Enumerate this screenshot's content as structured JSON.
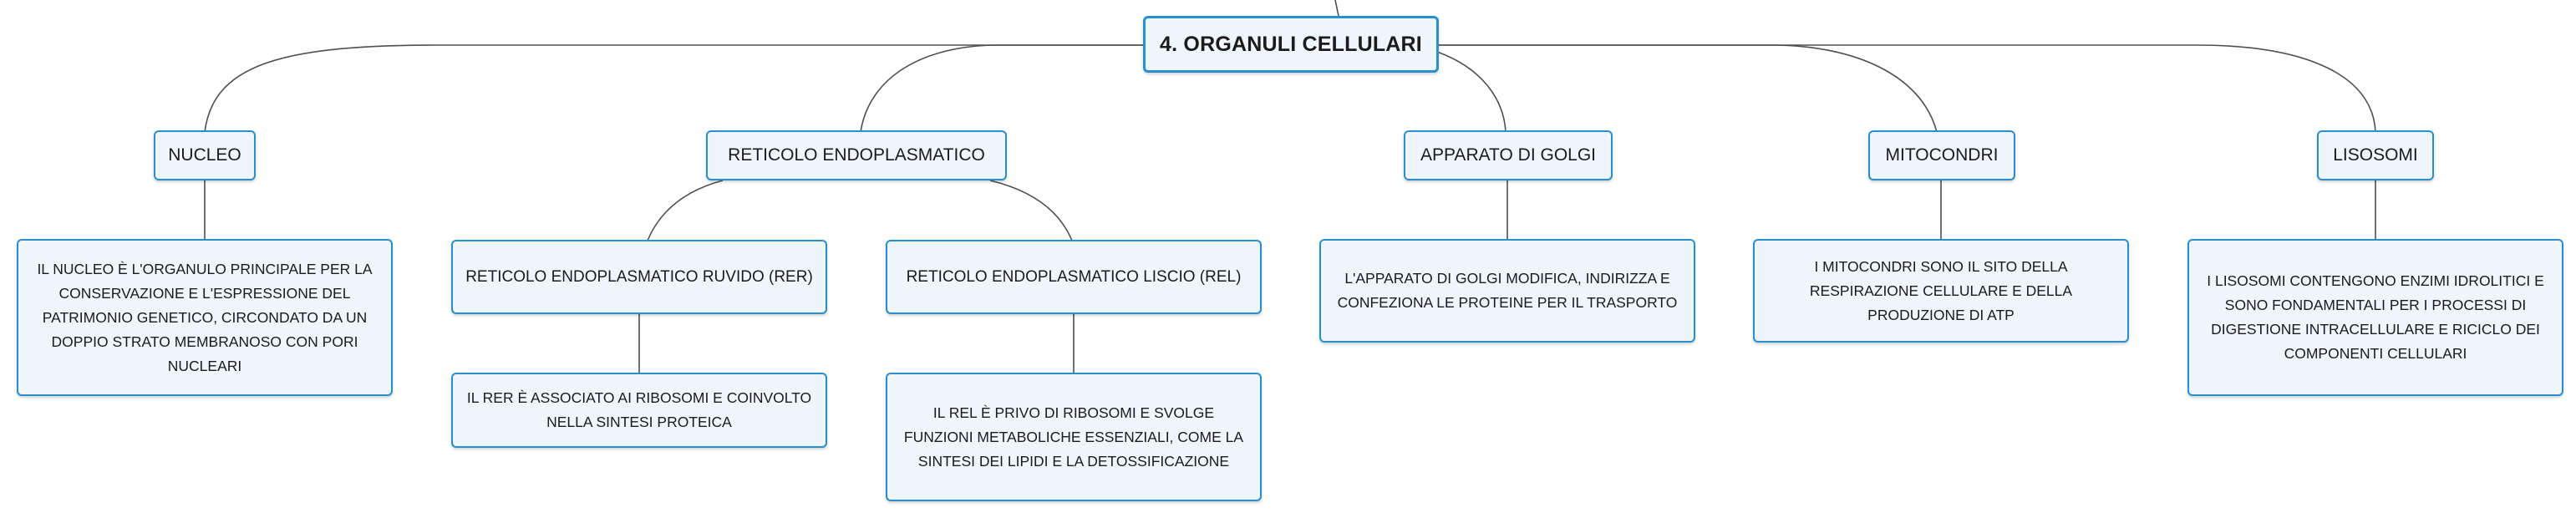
{
  "map": {
    "root": {
      "label": "4. ORGANULI CELLULARI"
    },
    "nucleo": {
      "label": "NUCLEO",
      "detail": "IL NUCLEO È L'ORGANULO PRINCIPALE PER LA CONSERVAZIONE E L'ESPRESSIONE DEL PATRIMONIO GENETICO, CIRCONDATO DA UN DOPPIO STRATO MEMBRANOSO CON PORI NUCLEARI"
    },
    "reticolo": {
      "label": "RETICOLO ENDOPLASMATICO",
      "rer": {
        "label": "RETICOLO ENDOPLASMATICO RUVIDO (RER)",
        "detail": "IL RER È ASSOCIATO AI RIBOSOMI E COINVOLTO NELLA SINTESI PROTEICA"
      },
      "rel": {
        "label": "RETICOLO ENDOPLASMATICO LISCIO (REL)",
        "detail": "IL REL È PRIVO DI RIBOSOMI E SVOLGE FUNZIONI METABOLICHE ESSENZIALI, COME LA SINTESI DEI LIPIDI E LA DETOSSIFICAZIONE"
      }
    },
    "golgi": {
      "label": "APPARATO DI GOLGI",
      "detail": "L'APPARATO DI GOLGI MODIFICA, INDIRIZZA E CONFEZIONA LE PROTEINE PER IL TRASPORTO"
    },
    "mitocondri": {
      "label": "MITOCONDRI",
      "detail": "I MITOCONDRI SONO IL SITO DELLA RESPIRAZIONE CELLULARE E DELLA PRODUZIONE DI ATP"
    },
    "lisosomi": {
      "label": "LISOSOMI",
      "detail": "I LISOSOMI CONTENGONO ENZIMI IDROLITICI E SONO FONDAMENTALI PER I PROCESSI DI DIGESTIONE INTRACELLULARE E RICICLO DEI COMPONENTI CELLULARI"
    }
  },
  "colors": {
    "node_border": "#2a8fce",
    "node_fill": "#eef6fc",
    "connector": "#4f4f4f"
  }
}
